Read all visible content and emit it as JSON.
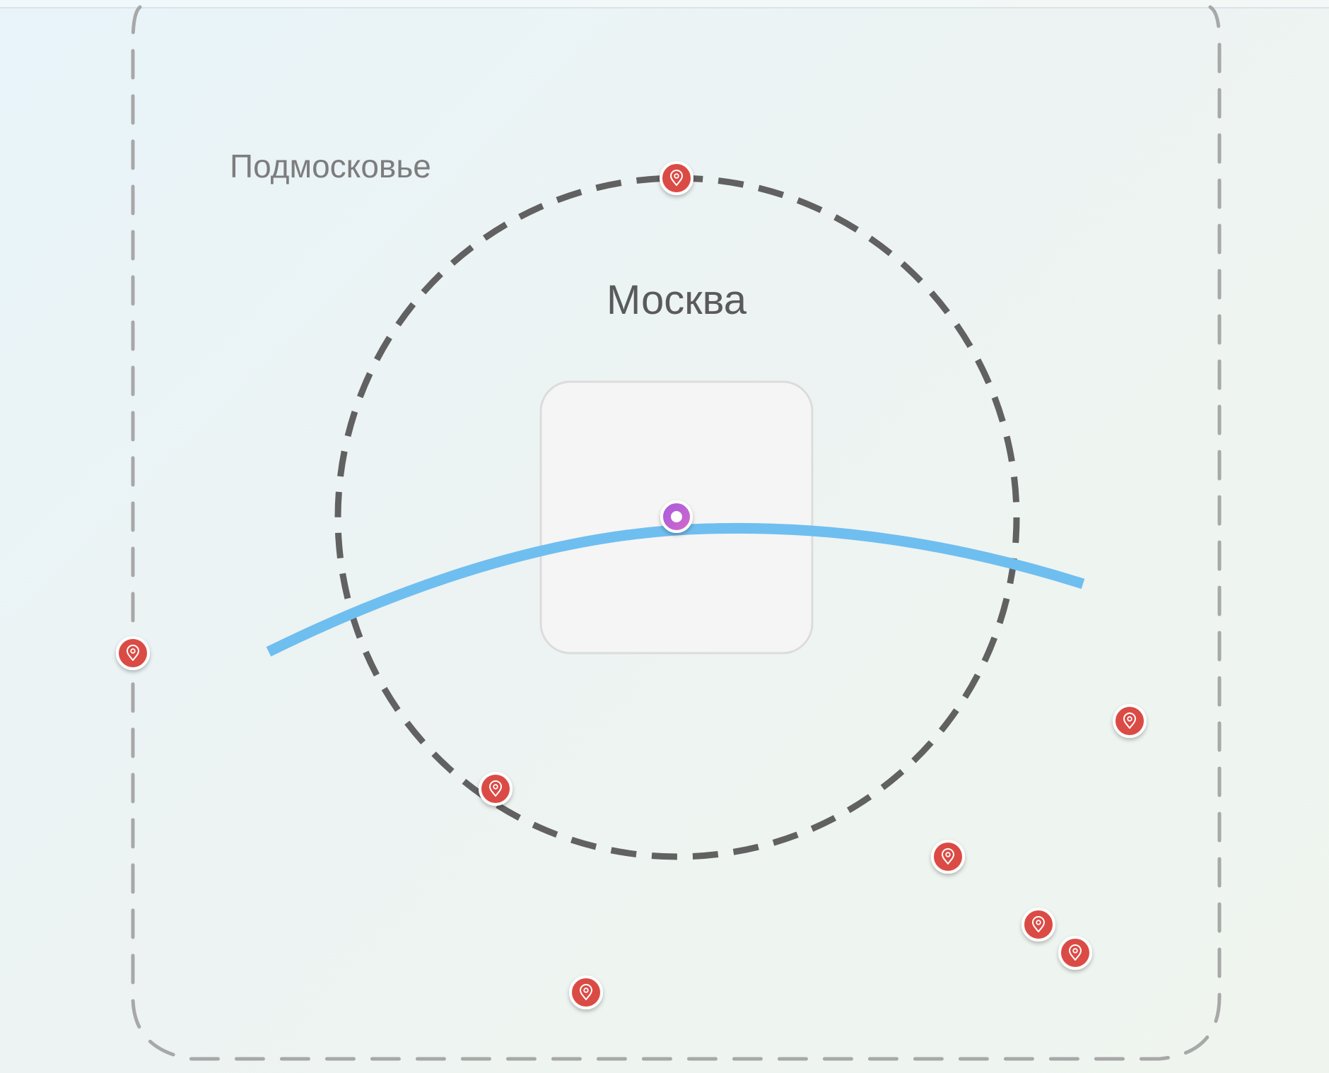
{
  "map": {
    "region_outer_label": "Подмосковье",
    "region_city_label": "Москва",
    "colors": {
      "background_from": "#e8f4fa",
      "background_to": "#eff5ee",
      "outer_boundary": "#a8a8a8",
      "city_boundary": "#616161",
      "city_center_fill": "#f5f5f5",
      "river": "#6fbef0",
      "marker": "#db4b45",
      "current_location": "#b25fd6",
      "outer_label": "#7d7d7d",
      "city_label": "#5a5a5a"
    },
    "markers": [
      {
        "name": "map-marker-top",
        "icon": "location-pin-icon"
      },
      {
        "name": "map-marker-left",
        "icon": "location-pin-icon"
      },
      {
        "name": "map-marker-southwest",
        "icon": "location-pin-icon"
      },
      {
        "name": "map-marker-east",
        "icon": "location-pin-icon"
      },
      {
        "name": "map-marker-southeast",
        "icon": "location-pin-icon"
      },
      {
        "name": "map-marker-far-southeast-1",
        "icon": "location-pin-icon"
      },
      {
        "name": "map-marker-far-southeast-2",
        "icon": "location-pin-icon"
      },
      {
        "name": "map-marker-south",
        "icon": "location-pin-icon"
      }
    ],
    "current_location": {
      "icon": "current-location-icon"
    }
  }
}
